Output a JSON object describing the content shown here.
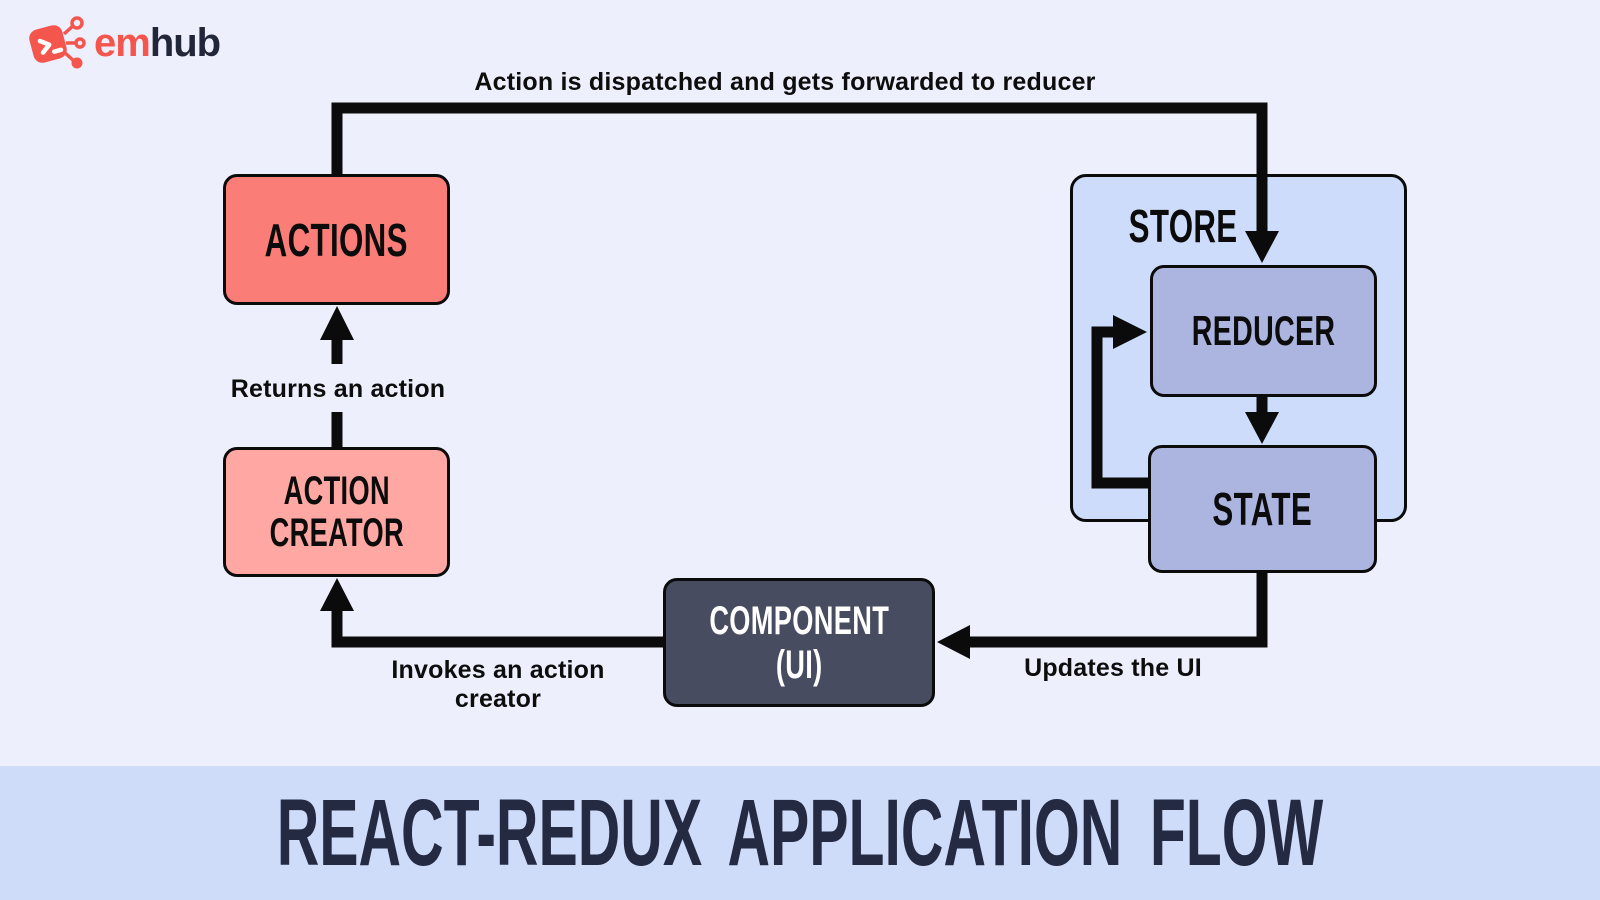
{
  "brand": {
    "em": "em",
    "hub": "hub"
  },
  "colors": {
    "background": "#edf0fc",
    "banner": "#cfdcf9",
    "actions_box": "#fa7d78",
    "action_creator_box": "#ffa8a3",
    "component_box": "#484c61",
    "store_box": "#cddcfb",
    "reducer_state_box": "#abb5e0",
    "line": "#0b0b0b",
    "title_text": "#252a43",
    "logo_coral": "#f4564e",
    "logo_navy": "#222639"
  },
  "diagram": {
    "nodes": {
      "actions": {
        "label": "ACTIONS"
      },
      "action_creator": {
        "lines": [
          "ACTION",
          "CREATOR"
        ]
      },
      "component": {
        "lines": [
          "COMPONENT",
          "(UI)"
        ]
      },
      "store": {
        "label": "STORE"
      },
      "reducer": {
        "label": "REDUCER"
      },
      "state": {
        "label": "STATE"
      }
    },
    "edges": {
      "dispatch": "Action is dispatched and gets forwarded to reducer",
      "returns": "Returns an action",
      "invokes": "Invokes an action creator",
      "updates": "Updates the UI"
    }
  },
  "footer": {
    "title": "REACT-REDUX APPLICATION FLOW"
  }
}
